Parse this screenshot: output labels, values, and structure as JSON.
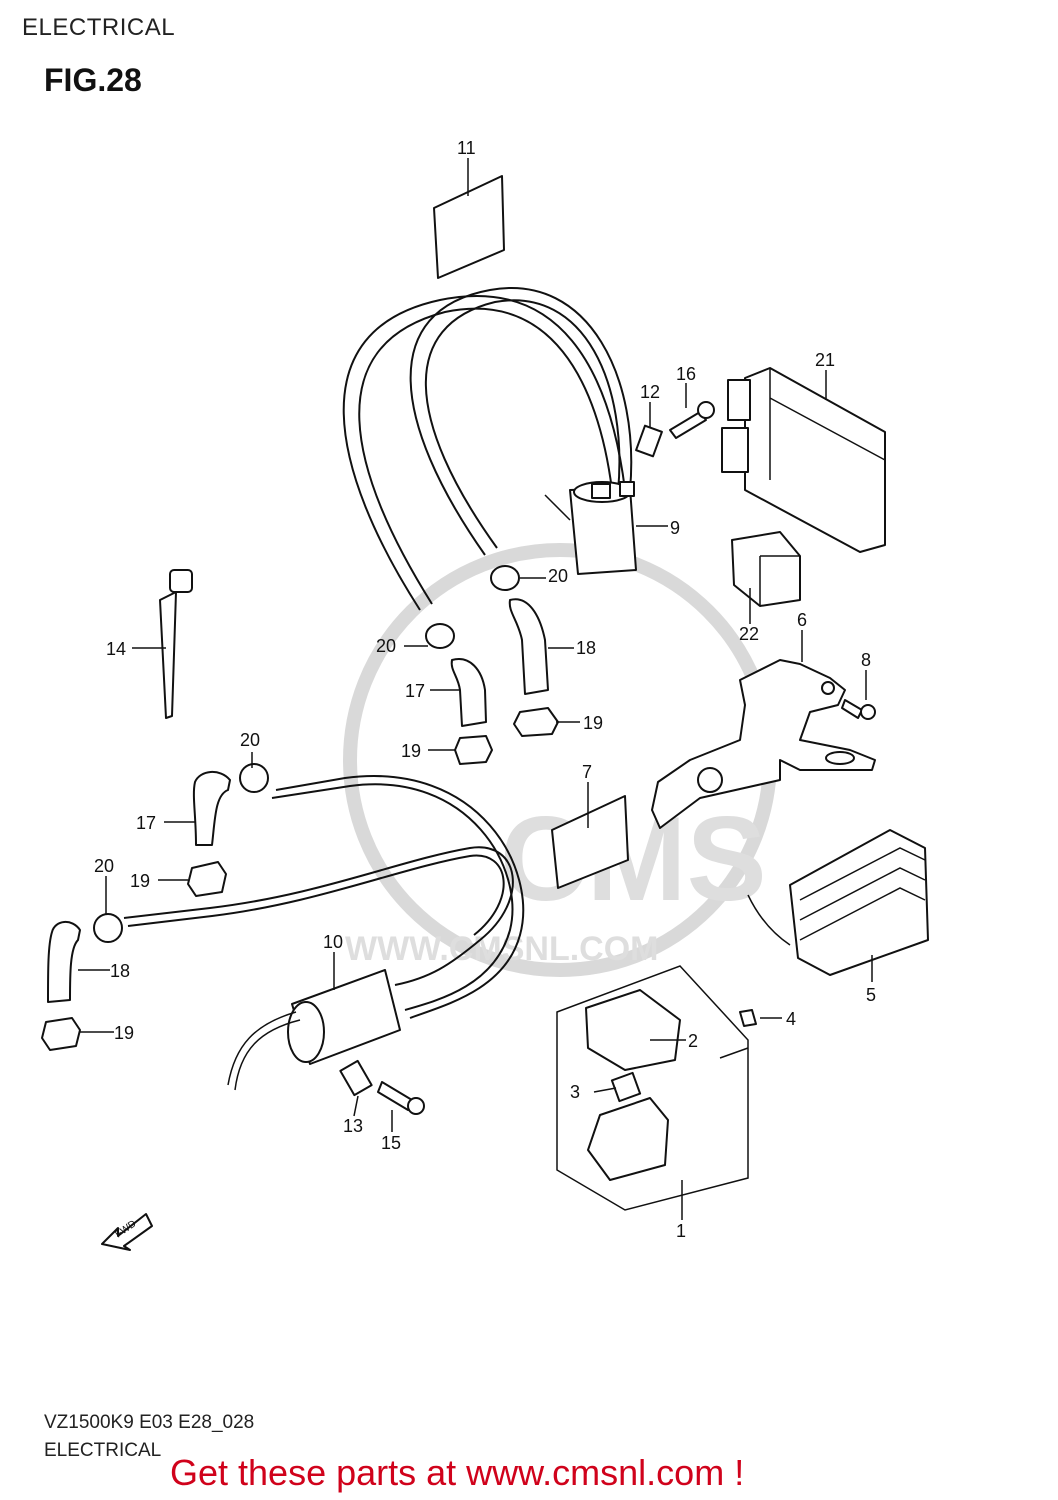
{
  "header": {
    "section_title": "ELECTRICAL",
    "figure_label": "FIG.28"
  },
  "watermark": {
    "logo_text": "CMS",
    "url_text": "WWW.CMSNL.COM"
  },
  "callouts": [
    {
      "id": "c1",
      "label": "1"
    },
    {
      "id": "c2",
      "label": "2"
    },
    {
      "id": "c3",
      "label": "3"
    },
    {
      "id": "c4",
      "label": "4"
    },
    {
      "id": "c5",
      "label": "5"
    },
    {
      "id": "c6",
      "label": "6"
    },
    {
      "id": "c7",
      "label": "7"
    },
    {
      "id": "c8",
      "label": "8"
    },
    {
      "id": "c9",
      "label": "9"
    },
    {
      "id": "c10",
      "label": "10"
    },
    {
      "id": "c11",
      "label": "11"
    },
    {
      "id": "c12",
      "label": "12"
    },
    {
      "id": "c13",
      "label": "13"
    },
    {
      "id": "c14",
      "label": "14"
    },
    {
      "id": "c15",
      "label": "15"
    },
    {
      "id": "c16",
      "label": "16"
    },
    {
      "id": "c17a",
      "label": "17"
    },
    {
      "id": "c17b",
      "label": "17"
    },
    {
      "id": "c18a",
      "label": "18"
    },
    {
      "id": "c18b",
      "label": "18"
    },
    {
      "id": "c19a",
      "label": "19"
    },
    {
      "id": "c19b",
      "label": "19"
    },
    {
      "id": "c19c",
      "label": "19"
    },
    {
      "id": "c19d",
      "label": "19"
    },
    {
      "id": "c20a",
      "label": "20"
    },
    {
      "id": "c20b",
      "label": "20"
    },
    {
      "id": "c20c",
      "label": "20"
    },
    {
      "id": "c20d",
      "label": "20"
    },
    {
      "id": "c21",
      "label": "21"
    },
    {
      "id": "c22",
      "label": "22"
    }
  ],
  "fwd_arrow_label": "FWD",
  "footer": {
    "model_code": "VZ1500K9 E03 E28_028",
    "section": "ELECTRICAL",
    "promo": "Get these parts at www.cmsnl.com !"
  }
}
